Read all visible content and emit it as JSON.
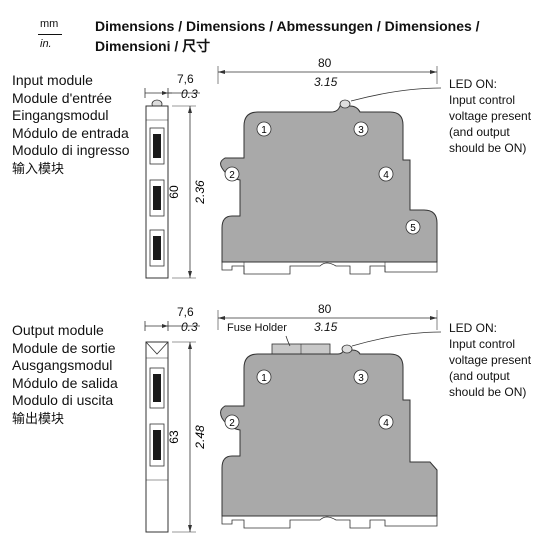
{
  "units": {
    "metric": "mm",
    "imperial": "in."
  },
  "title_line1": "Dimensions / Dimensions / Abmessungen / Dimensiones /",
  "title_line2": "Dimensioni / 尺寸",
  "input_module": {
    "labels": [
      "Input module",
      "Module d'entrée",
      "Eingangsmodul",
      "Módulo de entrada",
      "Modulo di ingresso",
      "输入模块"
    ],
    "width_mm": "7,6",
    "width_in": "0.3",
    "height_mm": "60",
    "height_in": "2.36",
    "depth_mm": "80",
    "depth_in": "3.15",
    "led_note": [
      "LED ON:",
      "Input control",
      "voltage present",
      "(and output",
      "should be ON)"
    ],
    "terminals": [
      "1",
      "2",
      "3",
      "4",
      "5"
    ]
  },
  "output_module": {
    "labels": [
      "Output module",
      "Module de sortie",
      "Ausgangsmodul",
      "Módulo de salida",
      "Modulo di uscita",
      "输出模块"
    ],
    "width_mm": "7,6",
    "width_in": "0.3",
    "height_mm": "63",
    "height_in": "2.48",
    "depth_mm": "80",
    "depth_in": "3.15",
    "fuse_label": "Fuse Holder",
    "led_note": [
      "LED ON:",
      "Input control",
      "voltage present",
      "(and output",
      "should be ON)"
    ],
    "terminals": [
      "1",
      "2",
      "3",
      "4"
    ]
  },
  "colors": {
    "body_fill": "#a9a9a9",
    "outline": "#333333",
    "slot": "#1a1a1a"
  }
}
